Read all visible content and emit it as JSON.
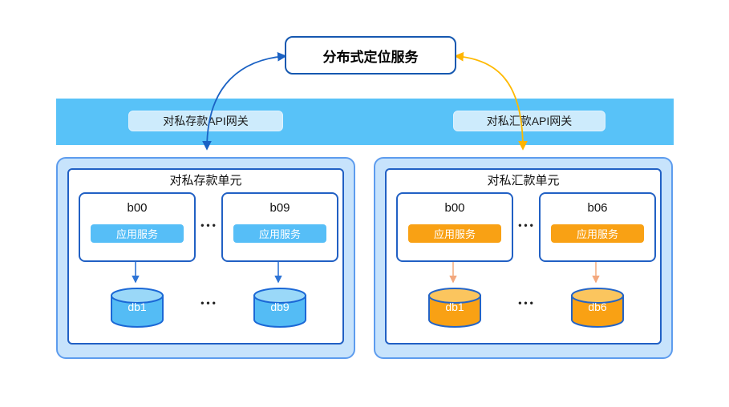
{
  "service_box": {
    "label": "分布式定位服务"
  },
  "gateway_bar": {
    "left_gateway": "对私存款API网关",
    "right_gateway": "对私汇款API网关"
  },
  "units": [
    {
      "title": "对私存款单元",
      "theme": "blue",
      "theme_color": "#56BEF7",
      "ellipsis": "•••",
      "nodes": [
        {
          "name": "b00",
          "service_label": "应用服务"
        },
        {
          "name": "b09",
          "service_label": "应用服务"
        }
      ],
      "databases": [
        {
          "name": "db1"
        },
        {
          "name": "db9"
        }
      ]
    },
    {
      "title": "对私汇款单元",
      "theme": "orange",
      "theme_color": "#F9A114",
      "ellipsis": "•••",
      "nodes": [
        {
          "name": "b00",
          "service_label": "应用服务"
        },
        {
          "name": "b06",
          "service_label": "应用服务"
        }
      ],
      "databases": [
        {
          "name": "db1"
        },
        {
          "name": "db6"
        }
      ]
    }
  ],
  "colors": {
    "gateway_band": "#58C2F8",
    "gateway_label_bg": "#CDEBFC",
    "panel_fill": "#C7E3FC",
    "panel_border": "#2160C4",
    "blue_accent": "#1B62C4",
    "gold_accent": "#FFB900",
    "blue_badge": "#56BEF7",
    "orange_badge": "#F9A114"
  }
}
